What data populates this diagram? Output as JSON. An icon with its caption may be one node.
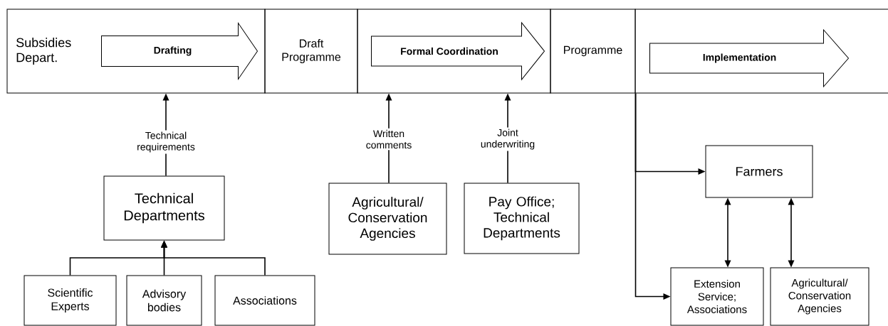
{
  "diagram": {
    "nodes": [
      {
        "text": [
          "Subsidies Depart."
        ]
      },
      {
        "text": [
          "Draft Programme"
        ]
      },
      {
        "text": [],
        "shape": "box"
      },
      {
        "text": [
          "Programme"
        ]
      },
      {
        "text": [],
        "shape": "box"
      },
      {
        "text": [
          "Technical Departments"
        ]
      },
      {
        "text": [
          "Scientific Experts"
        ]
      },
      {
        "text": [
          "Advisory bodies"
        ]
      },
      {
        "text": [
          "Associations"
        ]
      },
      {
        "text": [
          "Agricultural/ Conservation Agencies"
        ]
      },
      {
        "text": [
          "Pay Office; Technical Departments"
        ]
      },
      {
        "text": [
          "Farmers"
        ]
      },
      {
        "text": [
          "Extension Service; Associations"
        ]
      },
      {
        "text": [
          "Agricultural/ Conservation Agencies"
        ]
      }
    ],
    "edges": [
      {
        "from": 0,
        "to": 1,
        "arrow": "to",
        "label": "Drafting"
      },
      {
        "from": 1,
        "to": 3,
        "arrow": "to",
        "label": "Formal Coordination"
      },
      {
        "from": 3,
        "to": null,
        "arrow": "to",
        "label": "Implementation"
      },
      {
        "from": 5,
        "to": 0,
        "arrow": "to",
        "label": "Technical requirements"
      },
      {
        "from": 6,
        "to": 5,
        "arrow": "to"
      },
      {
        "from": 7,
        "to": 5,
        "arrow": "to"
      },
      {
        "from": 8,
        "to": 5,
        "arrow": "to"
      },
      {
        "from": 9,
        "to": 2,
        "arrow": "to",
        "label": "Written comments"
      },
      {
        "from": 10,
        "to": 2,
        "arrow": "to",
        "label": "Joint underwriting"
      },
      {
        "from": 3,
        "to": 11,
        "arrow": "to"
      },
      {
        "from": 3,
        "to": 12,
        "arrow": "to"
      },
      {
        "from": 11,
        "to": 12,
        "arrow": "both"
      },
      {
        "from": 11,
        "to": 13,
        "arrow": "both"
      }
    ]
  }
}
